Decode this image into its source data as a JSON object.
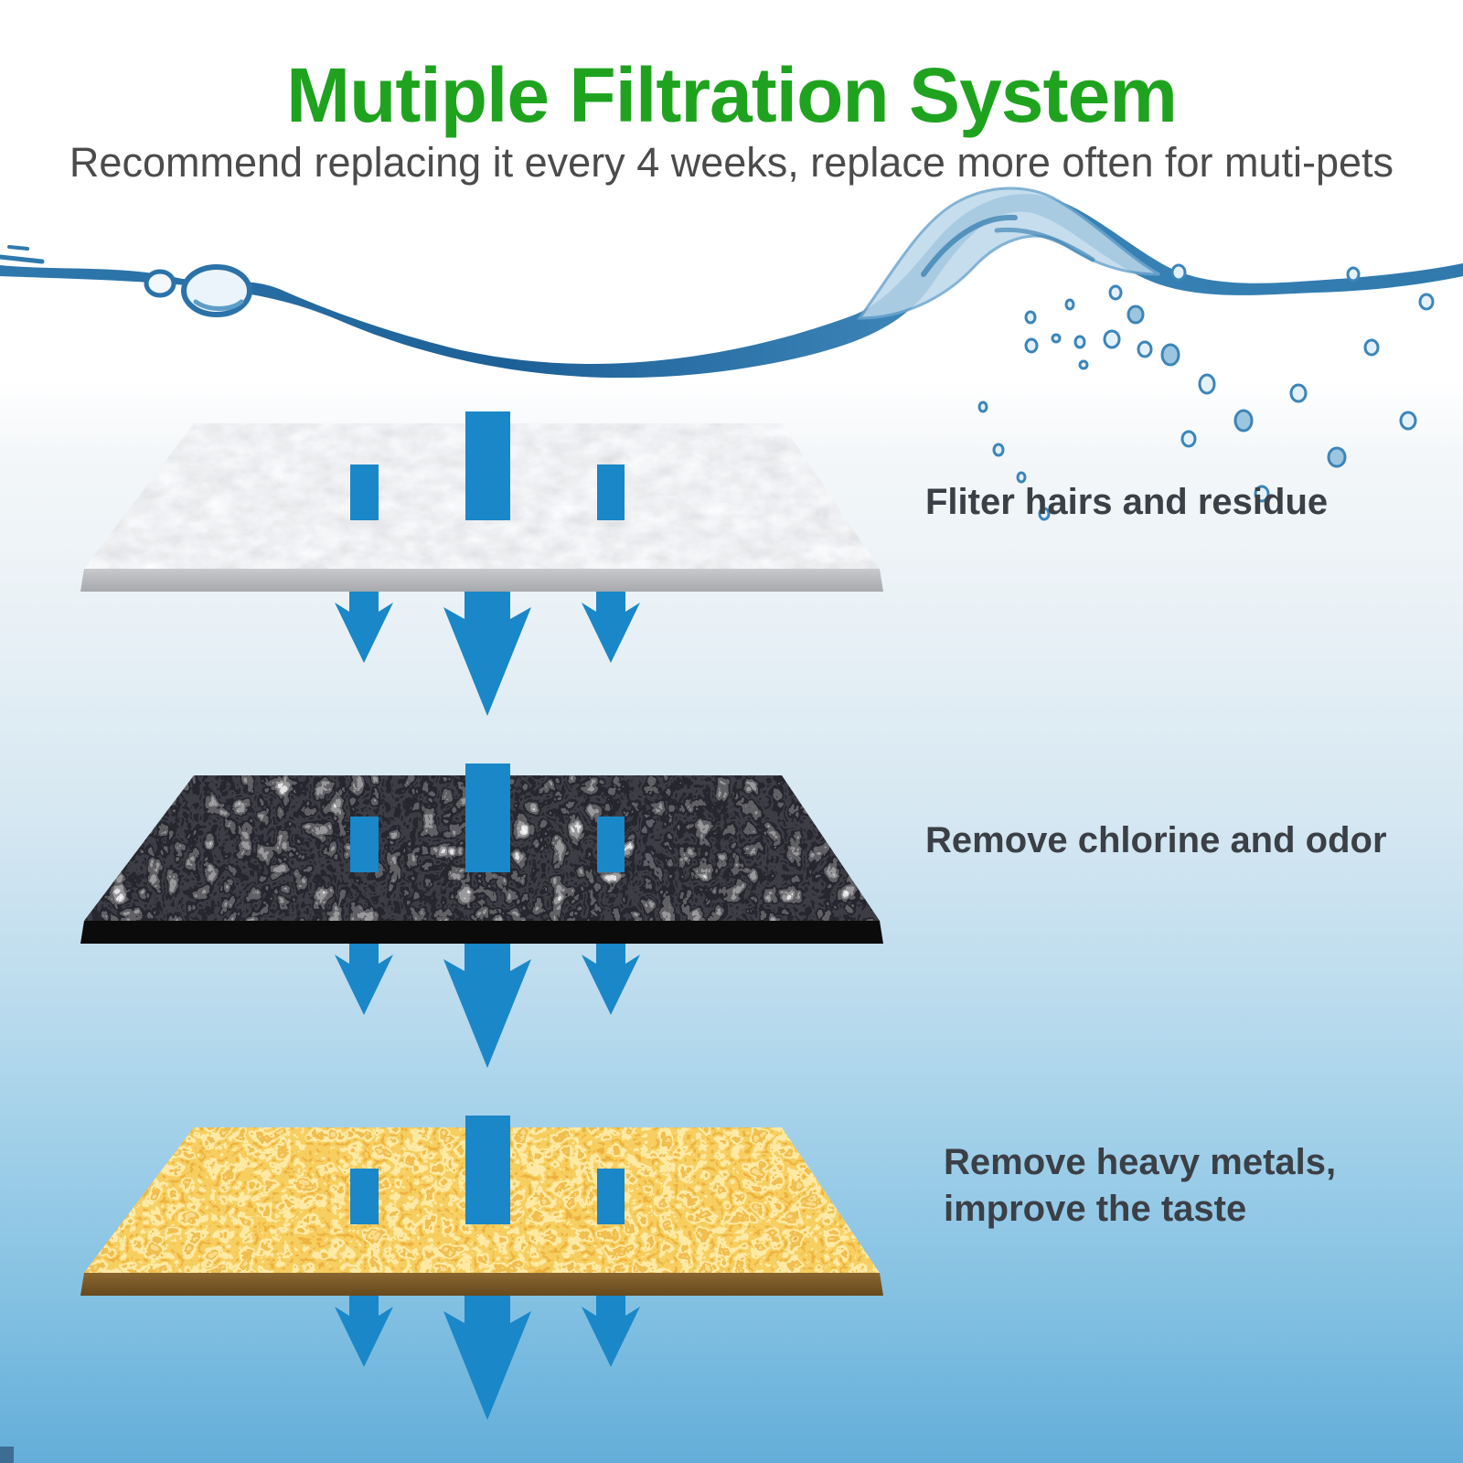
{
  "header": {
    "title": "Mutiple Filtration System",
    "subtitle": "Recommend replacing it every 4 weeks, replace more often for muti-pets"
  },
  "layers": [
    {
      "name": "cotton-filter",
      "label": "Fliter hairs and residue",
      "arrows_in": 3,
      "arrows_out": 3
    },
    {
      "name": "activated-carbon",
      "label": "Remove chlorine and odor",
      "arrows_in": 3,
      "arrows_out": 3
    },
    {
      "name": "ion-exchange-resin",
      "label": "Remove heavy metals,\nimprove the taste",
      "arrows_in": 3,
      "arrows_out": 3
    }
  ],
  "colors": {
    "title_green": "#1fa31f",
    "subtitle_gray": "#4b4b4b",
    "label_gray": "#3b3f46",
    "arrow_blue": "#1a87c8",
    "water_blue": "#2f79ad",
    "background_bottom_blue": "#63aed9",
    "cotton_layer": "#e0e1e3",
    "carbon_layer": "#111111",
    "resin_layer": "#e0891c"
  }
}
